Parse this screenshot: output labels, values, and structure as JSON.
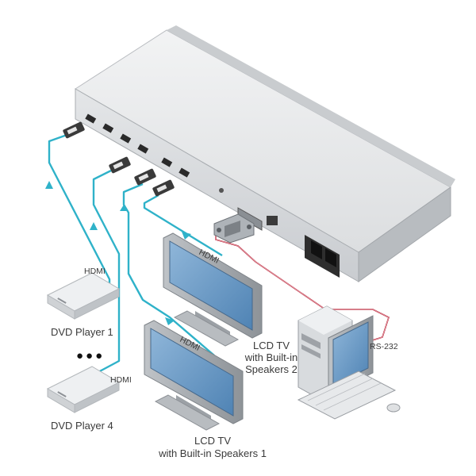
{
  "labels": {
    "hdmi_left_1": "HDMI",
    "hdmi_left_4": "HDMI",
    "hdmi_tv2": "HDMI",
    "hdmi_tv1": "HDMI",
    "rs232": "RS-232",
    "dvd1": "DVD Player 1",
    "dvd4": "DVD Player 4",
    "ellipsis": "●●●",
    "tv2_line1": "LCD TV",
    "tv2_line2": "with Built-in",
    "tv2_line3": "Speakers 2",
    "tv1_line1": "LCD TV",
    "tv1_line2": "with Built-in Speakers 1"
  },
  "colors": {
    "hdmi_cable": "#2fb2c9",
    "rs232_cable": "#b5192f",
    "device_body": "#d9dbdd",
    "screen": "#6f9fc8"
  }
}
